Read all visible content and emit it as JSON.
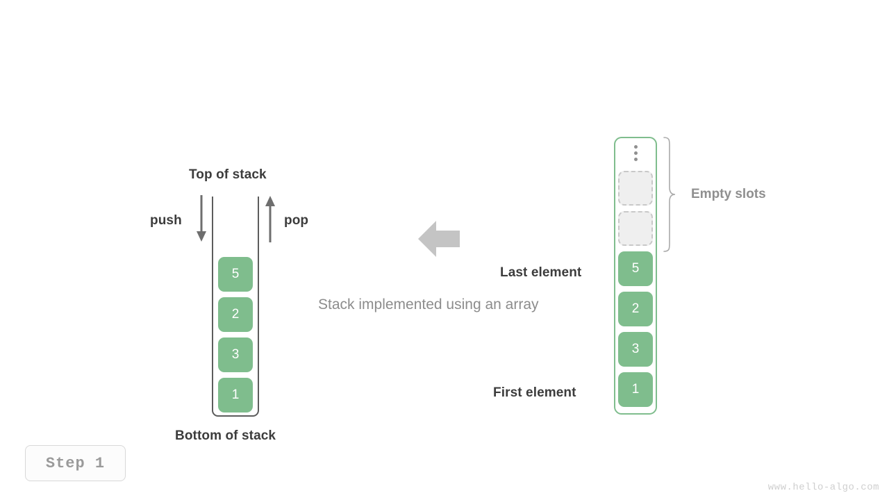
{
  "diagram": {
    "caption": "Stack implemented using an array",
    "step_badge": "Step  1",
    "watermark": "www.hello-algo.com",
    "colors": {
      "element_green": "#7fbd8d",
      "frame_gray": "#5c5c5c",
      "label_dark": "#3c3c3c",
      "label_gray": "#8c8c8c",
      "empty_slot_fill": "#efefef",
      "empty_slot_border": "#c8c8c8",
      "arrow_gray": "#c4c4c4"
    }
  },
  "left_stack": {
    "top_label": "Top of stack",
    "bottom_label": "Bottom of stack",
    "push_label": "push",
    "pop_label": "pop",
    "push_icon": "arrow-down-icon",
    "pop_icon": "arrow-up-icon",
    "values": [
      "5",
      "2",
      "3",
      "1"
    ]
  },
  "right_array": {
    "empty_slots_label": "Empty slots",
    "last_element_label": "Last element",
    "first_element_label": "First element",
    "ellipsis_icon": "vertical-ellipsis-icon",
    "brace_icon": "curly-brace-icon",
    "empty_slot_count": 2,
    "values": [
      "5",
      "2",
      "3",
      "1"
    ]
  },
  "transform_arrow": {
    "icon": "arrow-left-icon"
  }
}
